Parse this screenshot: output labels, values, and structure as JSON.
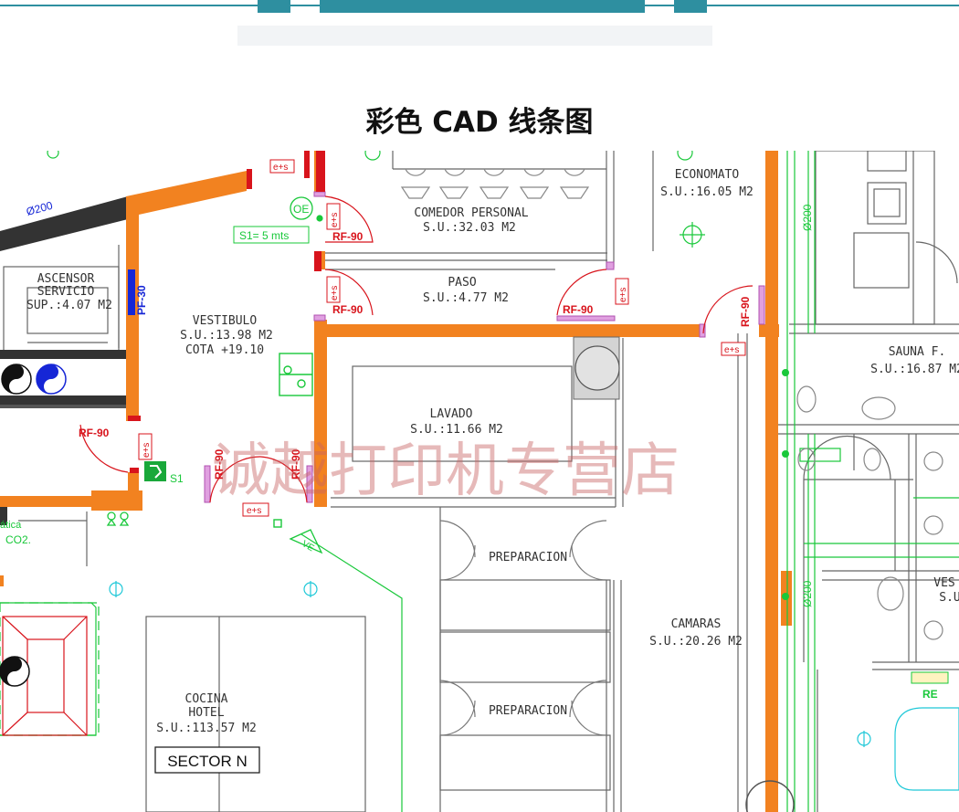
{
  "heading": "彩色 CAD 线条图",
  "watermark": "诚越打印机专营店",
  "colors": {
    "wall": "#f28220",
    "fire_red": "#d8141c",
    "green": "#19c83a",
    "cyan": "#1fc8d8",
    "blue": "#1626d6",
    "line": "#555555",
    "teal_header": "#2e8fa0"
  },
  "rooms": {
    "ascensor": {
      "name1": "ASCENSOR",
      "name2": "SERVICIO",
      "area": "SUP.:4.07 M2",
      "door": "PF-30"
    },
    "vestibulo": {
      "name": "VESTIBULO",
      "area": "S.U.:13.98 M2",
      "cota": "COTA +19.10"
    },
    "comedor": {
      "name": "COMEDOR PERSONAL",
      "area": "S.U.:32.03 M2"
    },
    "economato": {
      "name": "ECONOMATO",
      "area": "S.U.:16.05 M2"
    },
    "paso": {
      "name": "PASO",
      "area": "S.U.:4.77 M2"
    },
    "lavado": {
      "name": "LAVADO",
      "area": "S.U.:11.66 M2"
    },
    "sauna": {
      "name": "SAUNA F.",
      "area": "S.U.:16.87 M2"
    },
    "preparacion": "PREPARACION",
    "camaras": {
      "name": "CAMARAS",
      "area": "S.U.:20.26 M2"
    },
    "cocina": {
      "name1": "COCINA",
      "name2": "HOTEL",
      "area": "S.U.:113.57 M2"
    },
    "vest_partial": "VES",
    "vest_partial2": "S.U"
  },
  "labels": {
    "rf90": "RF-90",
    "es": "e+s",
    "oe": "OE",
    "s1_sign": "S1= 5 mts",
    "s1": "S1",
    "pipe": "Ø200",
    "re": "RE",
    "ve": "VE",
    "co2": "CO2.",
    "atica": "ática",
    "sector": "SECTOR N"
  }
}
